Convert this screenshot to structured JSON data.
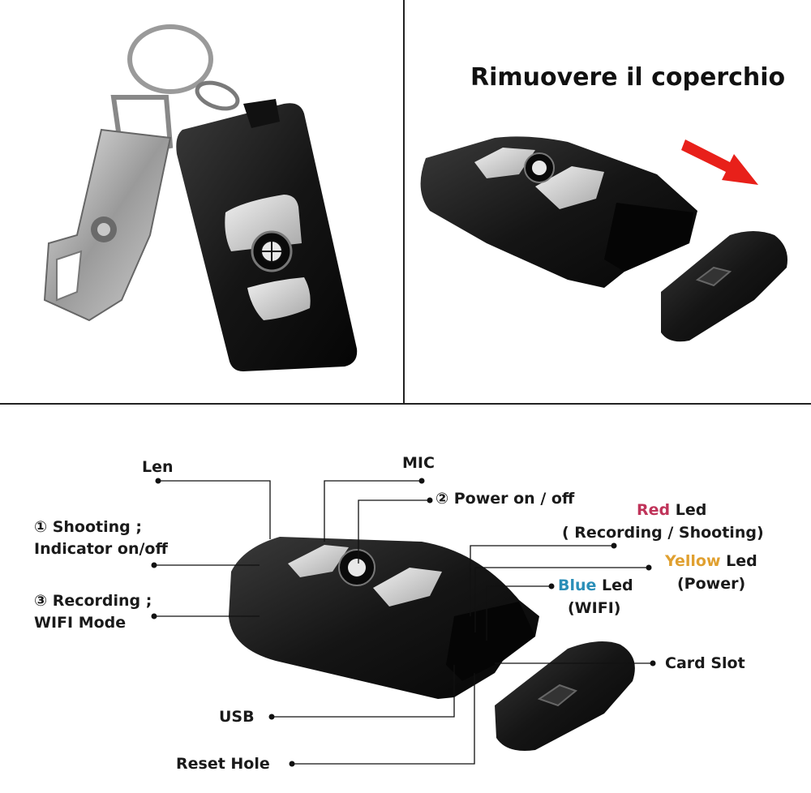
{
  "title": "Rimuovere il coperchio",
  "labels": {
    "len": "Len",
    "mic": "MIC",
    "power_num": "②",
    "power": "Power on / off",
    "shooting_num": "①",
    "shooting_line1": "Shooting ;",
    "shooting_line2": "Indicator on/off",
    "recording_num": "③",
    "recording_line1": "Recording ;",
    "recording_line2": "WIFI Mode",
    "red_word": "Red",
    "red_rest": " Led",
    "red_sub": "( Recording / Shooting)",
    "yellow_word": "Yellow",
    "yellow_rest": " Led",
    "yellow_sub": "(Power)",
    "blue_word": "Blue",
    "blue_rest": " Led",
    "blue_sub": "(WIFI)",
    "card_slot": "Card Slot",
    "usb": "USB",
    "reset_hole": "Reset Hole"
  },
  "colors": {
    "red_led": "#c0345a",
    "yellow_led": "#e0a030",
    "blue_led": "#2b8fb8",
    "arrow": "#e8201a"
  }
}
